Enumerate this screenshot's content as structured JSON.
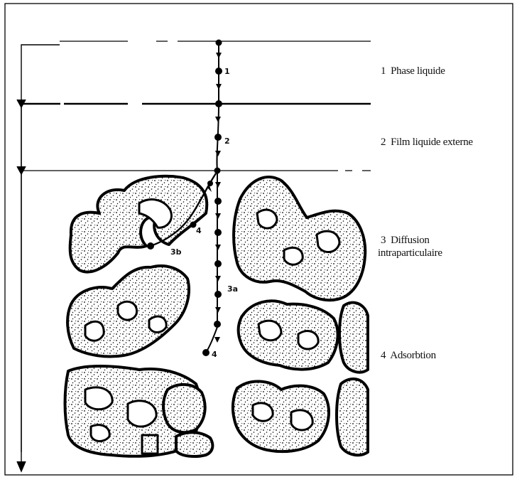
{
  "stages": [
    {
      "number": "1",
      "name": "Phase liquide"
    },
    {
      "number": "2",
      "name": "Film liquide externe"
    },
    {
      "number": "3",
      "name_line1": "Diffusion",
      "name_line2": "intraparticulaire"
    },
    {
      "number": "4",
      "name": "Adsorbtion"
    }
  ],
  "path_markers": {
    "m1": "1",
    "m2": "2",
    "m3a": "3a",
    "m3b": "3b",
    "m4_left": "4",
    "m4_bottom": "4"
  }
}
